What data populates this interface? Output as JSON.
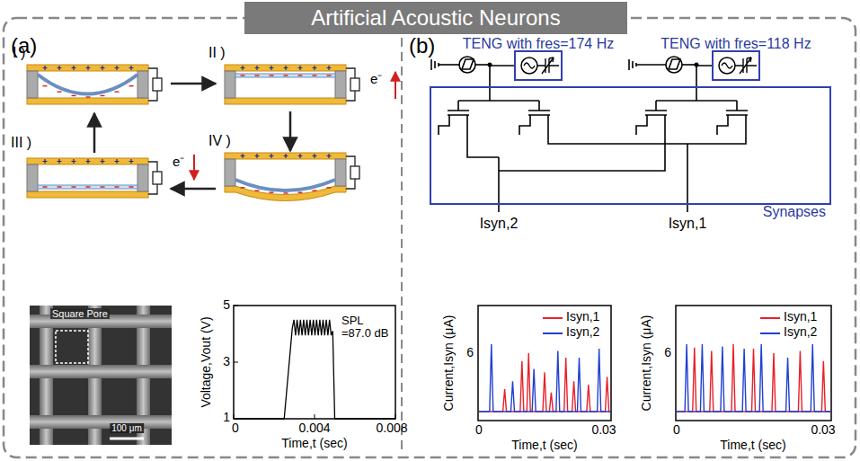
{
  "diagram": {
    "title": "Artificial Acoustic Neurons",
    "nodes": [
      {
        "text": [
          "TENG with fres=174 Hz"
        ]
      },
      {
        "text": [
          "TENG with fres=118 Hz"
        ]
      },
      {
        "text": [
          "Synapses"
        ]
      }
    ],
    "edges": [
      {
        "from": 0,
        "to": 2,
        "arrow": "none"
      },
      {
        "from": 1,
        "to": 2,
        "arrow": "none"
      }
    ],
    "labels": [
      "(a)",
      "I )",
      "II )",
      "III )",
      "IV )",
      "e⁻",
      "e⁻",
      "Square Pore",
      "100 μm",
      "Voltage,Vout (V)",
      "5",
      "3",
      "1",
      "0",
      "0.004",
      "0.008",
      "Time,t (sec)",
      "SPL =87.0 dB",
      "(b)",
      "Isyn,2",
      "Isyn,1",
      "Current,Isyn (μA)",
      "6",
      "0",
      "0.03",
      "Time,t (sec)",
      "Current,Isyn (μA)",
      "6",
      "0",
      "0.03",
      "Time,t (sec)"
    ],
    "legend": [
      {
        "text": "Isyn,1",
        "color": "#e8202a"
      },
      {
        "text": "Isyn,2",
        "color": "#2040d0"
      },
      {
        "text": "Isyn,1",
        "color": "#e8202a"
      },
      {
        "text": "Isyn,2",
        "color": "#2040d0"
      }
    ]
  }
}
